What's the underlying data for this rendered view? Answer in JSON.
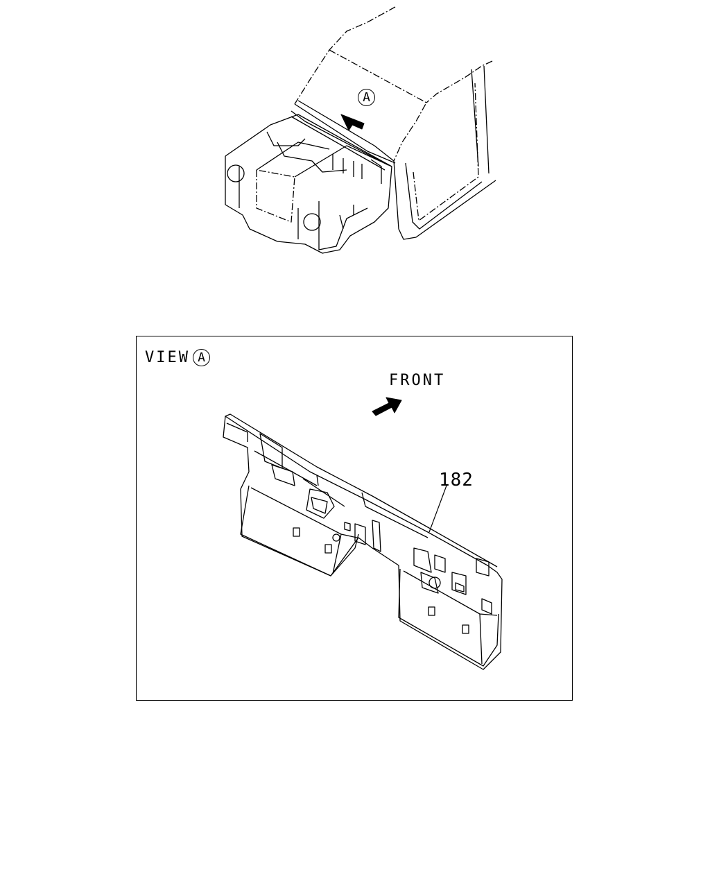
{
  "overview": {
    "view_marker": "A"
  },
  "view_panel": {
    "view_word": "VIEW",
    "view_marker": "A",
    "front_label": "FRONT",
    "part_number": "182"
  }
}
